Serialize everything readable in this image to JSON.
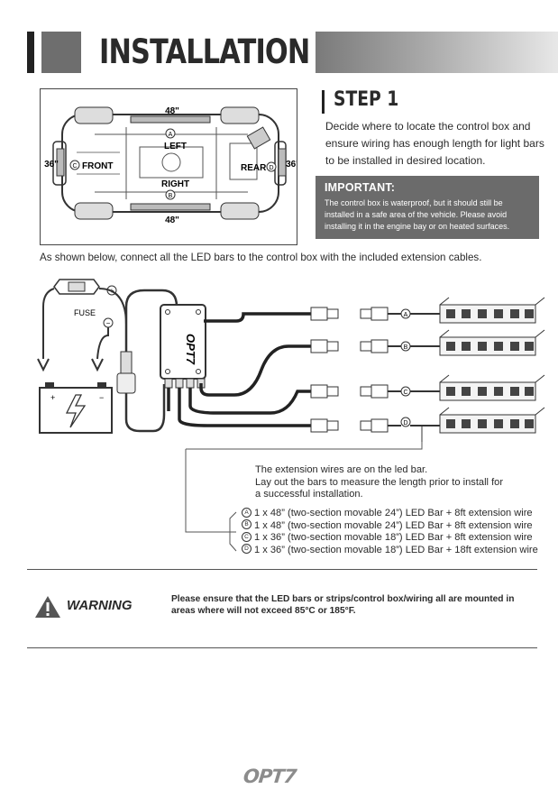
{
  "header": {
    "title": "INSTALLATION"
  },
  "car_diagram": {
    "top_dim": "48\"",
    "bottom_dim": "48\"",
    "left_dim": "36\"",
    "right_dim": "36\"",
    "label_left": "LEFT",
    "label_right": "RIGHT",
    "label_front": "FRONT",
    "label_rear": "REAR",
    "marker_a": "A",
    "marker_b": "B",
    "marker_c": "C",
    "marker_d": "D"
  },
  "step": {
    "title": "STEP 1",
    "text": "Decide where to locate the control box and ensure wiring has enough length for light bars to be installed in desired location."
  },
  "important": {
    "title": "IMPORTANT:",
    "text": "The control box is waterproof, but it should still be installed in a safe area of the vehicle. Please avoid installing it in the engine bay or on heated surfaces."
  },
  "instruction": "As shown below, connect all the LED bars to the control box with the included extension cables.",
  "wiring": {
    "fuse_label": "FUSE",
    "plus": "+",
    "minus": "−",
    "box_logo": "OPT7",
    "connectors": [
      "A",
      "B",
      "C",
      "D"
    ]
  },
  "extension_note": [
    "The extension wires are on the led bar.",
    "Lay out the bars to measure the length prior to install for",
    "a successful installation."
  ],
  "parts": [
    {
      "letter": "A",
      "text": "1 x 48” (two-section movable 24”) LED Bar + 8ft extension wire"
    },
    {
      "letter": "B",
      "text": "1 x 48” (two-section movable 24”) LED Bar + 8ft extension wire"
    },
    {
      "letter": "C",
      "text": "1 x 36” (two-section movable 18”) LED Bar + 8ft extension wire"
    },
    {
      "letter": "D",
      "text": "1 x 36” (two-section movable 18”) LED Bar + 18ft extension wire"
    }
  ],
  "warning": {
    "label": "WARNING",
    "text": "Please ensure that the LED bars or strips/control box/wiring all are mounted in areas where will not exceed 85°C or 185°F."
  },
  "footer": {
    "logo": "OPT7"
  },
  "colors": {
    "header_grey": "#6e6e6e",
    "important_bg": "#6b6b6b",
    "logo_grey": "#8c8c8c"
  }
}
